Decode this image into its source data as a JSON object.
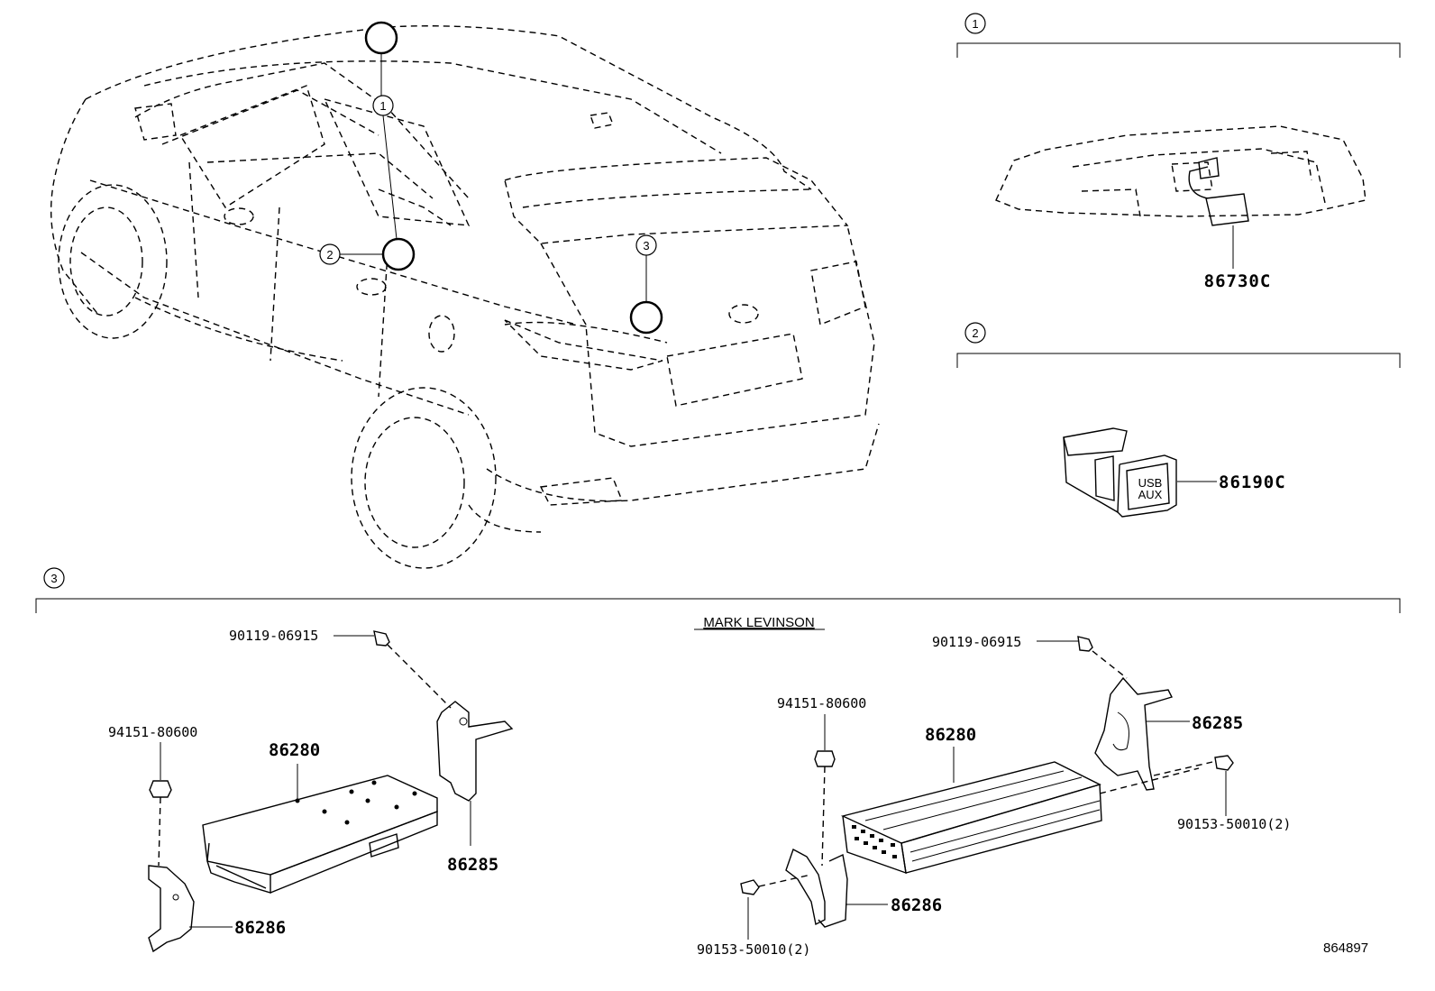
{
  "section_markers": {
    "one": "1",
    "two": "2",
    "three": "3"
  },
  "group_1": {
    "parts": [
      "86730C"
    ]
  },
  "group_2": {
    "parts": [
      "86190C"
    ],
    "jack_label_top": "USB",
    "jack_label_bottom": "AUX"
  },
  "group_3": {
    "title": "MARK LEVINSON",
    "left": {
      "bolt": "90119-06915",
      "nut": "94151-80600",
      "amplifier": "86280",
      "bracket_right": "86285",
      "bracket_left": "86286"
    },
    "right": {
      "bolt": "90119-06915",
      "nut": "94151-80600",
      "amplifier": "86280",
      "bracket_right": "86285",
      "bracket_left": "86286",
      "screw_right": "90153-50010(2)",
      "screw_left": "90153-50010(2)"
    }
  },
  "illustration_number": "864897",
  "colors": {
    "line": "#000000",
    "background": "#ffffff"
  }
}
